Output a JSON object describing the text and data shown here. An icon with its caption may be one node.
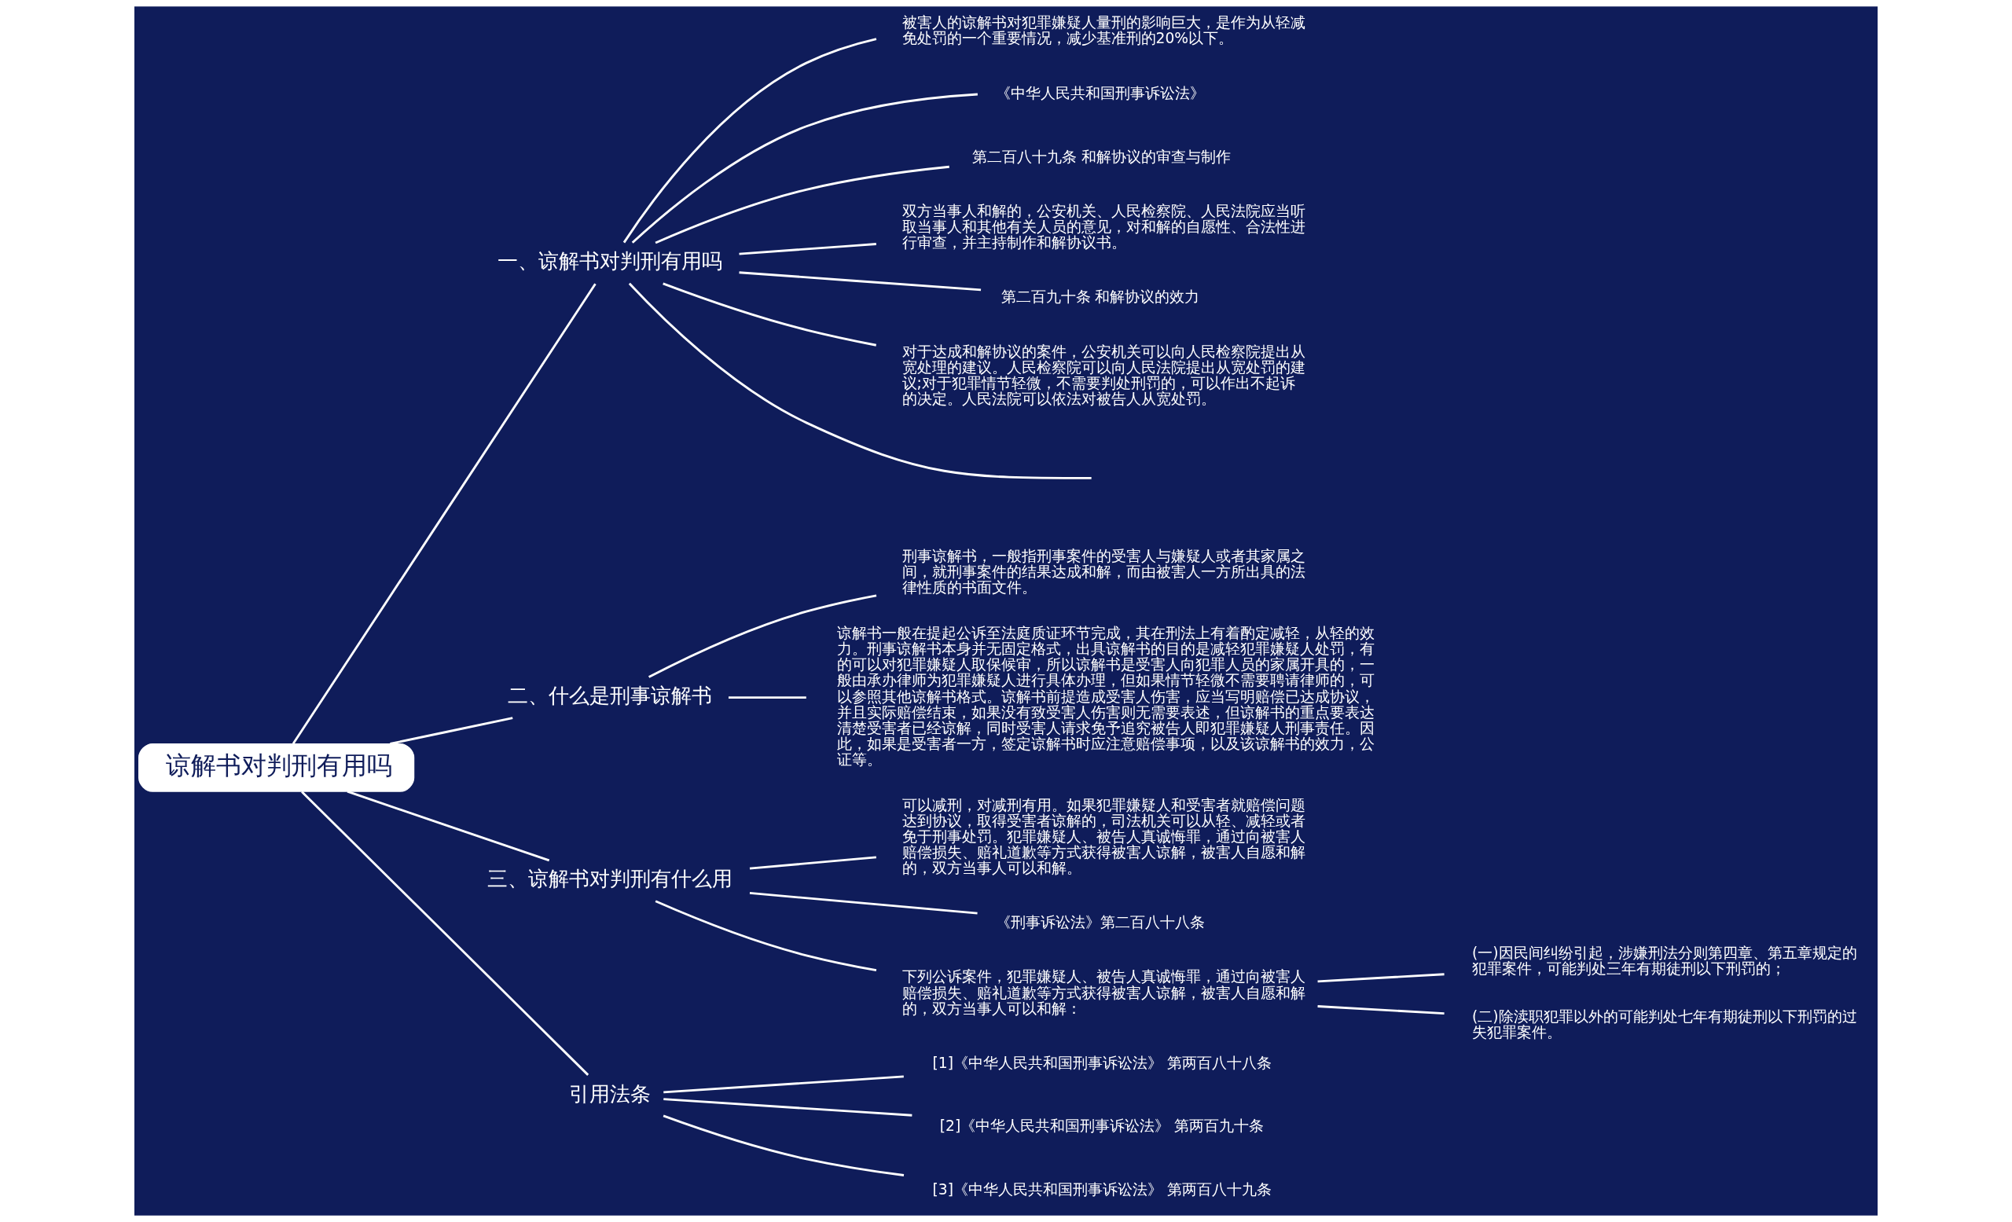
{
  "diagram": {
    "nodes": [
      {
        "text": [
          "谅解书对判刑有用吗"
        ]
      },
      {
        "text": [
          "一、谅解书对判刑有用吗"
        ]
      },
      {
        "text": [
          "被害人的谅解书对犯罪嫌疑人量刑的影响巨大，是作为从轻减免处罚的一个重要情况，减少基准刑的20%以下。"
        ]
      },
      {
        "text": [
          "《中华人民共和国刑事诉讼法》"
        ]
      },
      {
        "text": [
          "第二百八十九条 和解协议的审查与制作"
        ]
      },
      {
        "text": [
          "双方当事人和解的，公安机关、人民检察院、人民法院应当听取当事人和其他有关人员的意见，对和解的自愿性、合法性进行审查，并主持制作和解协议书。"
        ]
      },
      {
        "text": [
          "第二百九十条 和解协议的效力"
        ]
      },
      {
        "text": [
          "对于达成和解协议的案件，公安机关可以向人民检察院提出从宽处理的建议。人民检察院可以向人民法院提出从宽处罚的建议;对于犯罪情节轻微，不需要判处刑罚的，可以作出不起诉的决定。人民法院可以依法对被告人从宽处罚。"
        ]
      },
      {
        "text": [
          "二、什么是刑事谅解书"
        ]
      },
      {
        "text": [
          "刑事谅解书，一般指刑事案件的受害人与嫌疑人或者其家属之间，就刑事案件的结果达成和解，而由被害人一方所出具的法律性质的书面文件。"
        ]
      },
      {
        "text": [
          "谅解书一般在提起公诉至法庭质证环节完成，其在刑法上有着酌定减轻，从轻的效力。刑事谅解书本身并无固定格式，出具谅解书的目的是减轻犯罪嫌疑人处罚，有的可以对犯罪嫌疑人取保候审，所以谅解书是受害人向犯罪人员的家属开具的，一般由承办律师为犯罪嫌疑人进行具体办理，但如果情节轻微不需要聘请律师的，可以参照其他谅解书格式。谅解书前提造成受害人伤害，应当写明赔偿已达成协议，并且实际赔偿结束，如果没有致受害人伤害则无需要表述，但谅解书的重点要表达清楚受害者已经谅解，同时受害人请求免予追究被告人即犯罪嫌疑人刑事责任。因此，如果是受害者一方，签定谅解书时应注意赔偿事项，以及该谅解书的效力，公证等。"
        ]
      },
      {
        "text": [
          "三、谅解书对判刑有什么用"
        ]
      },
      {
        "text": [
          "可以减刑，对减刑有用。如果犯罪嫌疑人和受害者就赔偿问题达到协议，取得受害者谅解的，司法机关可以从轻、减轻或者免于刑事处罚。犯罪嫌疑人、被告人真诚悔罪，通过向被害人赔偿损失、赔礼道歉等方式获得被害人谅解，被害人自愿和解的，双方当事人可以和解。"
        ]
      },
      {
        "text": [
          "《刑事诉讼法》第二百八十八条"
        ]
      },
      {
        "text": [
          "下列公诉案件，犯罪嫌疑人、被告人真诚悔罪，通过向被害人赔偿损失、赔礼道歉等方式获得被害人谅解，被害人自愿和解的，双方当事人可以和解："
        ]
      },
      {
        "text": [
          "(一)因民间纠纷引起，涉嫌刑法分则第四章、第五章规定的犯罪案件，可能判处三年有期徒刑以下刑罚的；"
        ]
      },
      {
        "text": [
          "(二)除渎职犯罪以外的可能判处七年有期徒刑以下刑罚的过失犯罪案件。"
        ]
      },
      {
        "text": [
          "引用法条"
        ]
      },
      {
        "text": [
          "[1]《中华人民共和国刑事诉讼法》 第两百八十八条"
        ]
      },
      {
        "text": [
          "[2]《中华人民共和国刑事诉讼法》 第两百九十条"
        ]
      },
      {
        "text": [
          "[3]《中华人民共和国刑事诉讼法》 第两百八十九条"
        ]
      }
    ],
    "edges": [
      {
        "from": 0,
        "to": 1,
        "arrow": "none"
      },
      {
        "from": 1,
        "to": 2,
        "arrow": "none"
      },
      {
        "from": 1,
        "to": 3,
        "arrow": "none"
      },
      {
        "from": 1,
        "to": 4,
        "arrow": "none"
      },
      {
        "from": 1,
        "to": 5,
        "arrow": "none"
      },
      {
        "from": 1,
        "to": 6,
        "arrow": "none"
      },
      {
        "from": 1,
        "to": 7,
        "arrow": "none"
      },
      {
        "from": 1,
        "to": null,
        "arrow": "none"
      },
      {
        "from": 0,
        "to": 8,
        "arrow": "none"
      },
      {
        "from": 8,
        "to": 9,
        "arrow": "none"
      },
      {
        "from": 8,
        "to": 10,
        "arrow": "none"
      },
      {
        "from": 0,
        "to": 11,
        "arrow": "none"
      },
      {
        "from": 11,
        "to": 12,
        "arrow": "none"
      },
      {
        "from": 11,
        "to": 13,
        "arrow": "none"
      },
      {
        "from": 11,
        "to": 14,
        "arrow": "none"
      },
      {
        "from": 14,
        "to": 15,
        "arrow": "none"
      },
      {
        "from": 14,
        "to": 16,
        "arrow": "none"
      },
      {
        "from": 0,
        "to": 17,
        "arrow": "none"
      },
      {
        "from": 17,
        "to": 18,
        "arrow": "none"
      },
      {
        "from": 17,
        "to": 19,
        "arrow": "none"
      },
      {
        "from": 17,
        "to": 20,
        "arrow": "none"
      }
    ]
  }
}
